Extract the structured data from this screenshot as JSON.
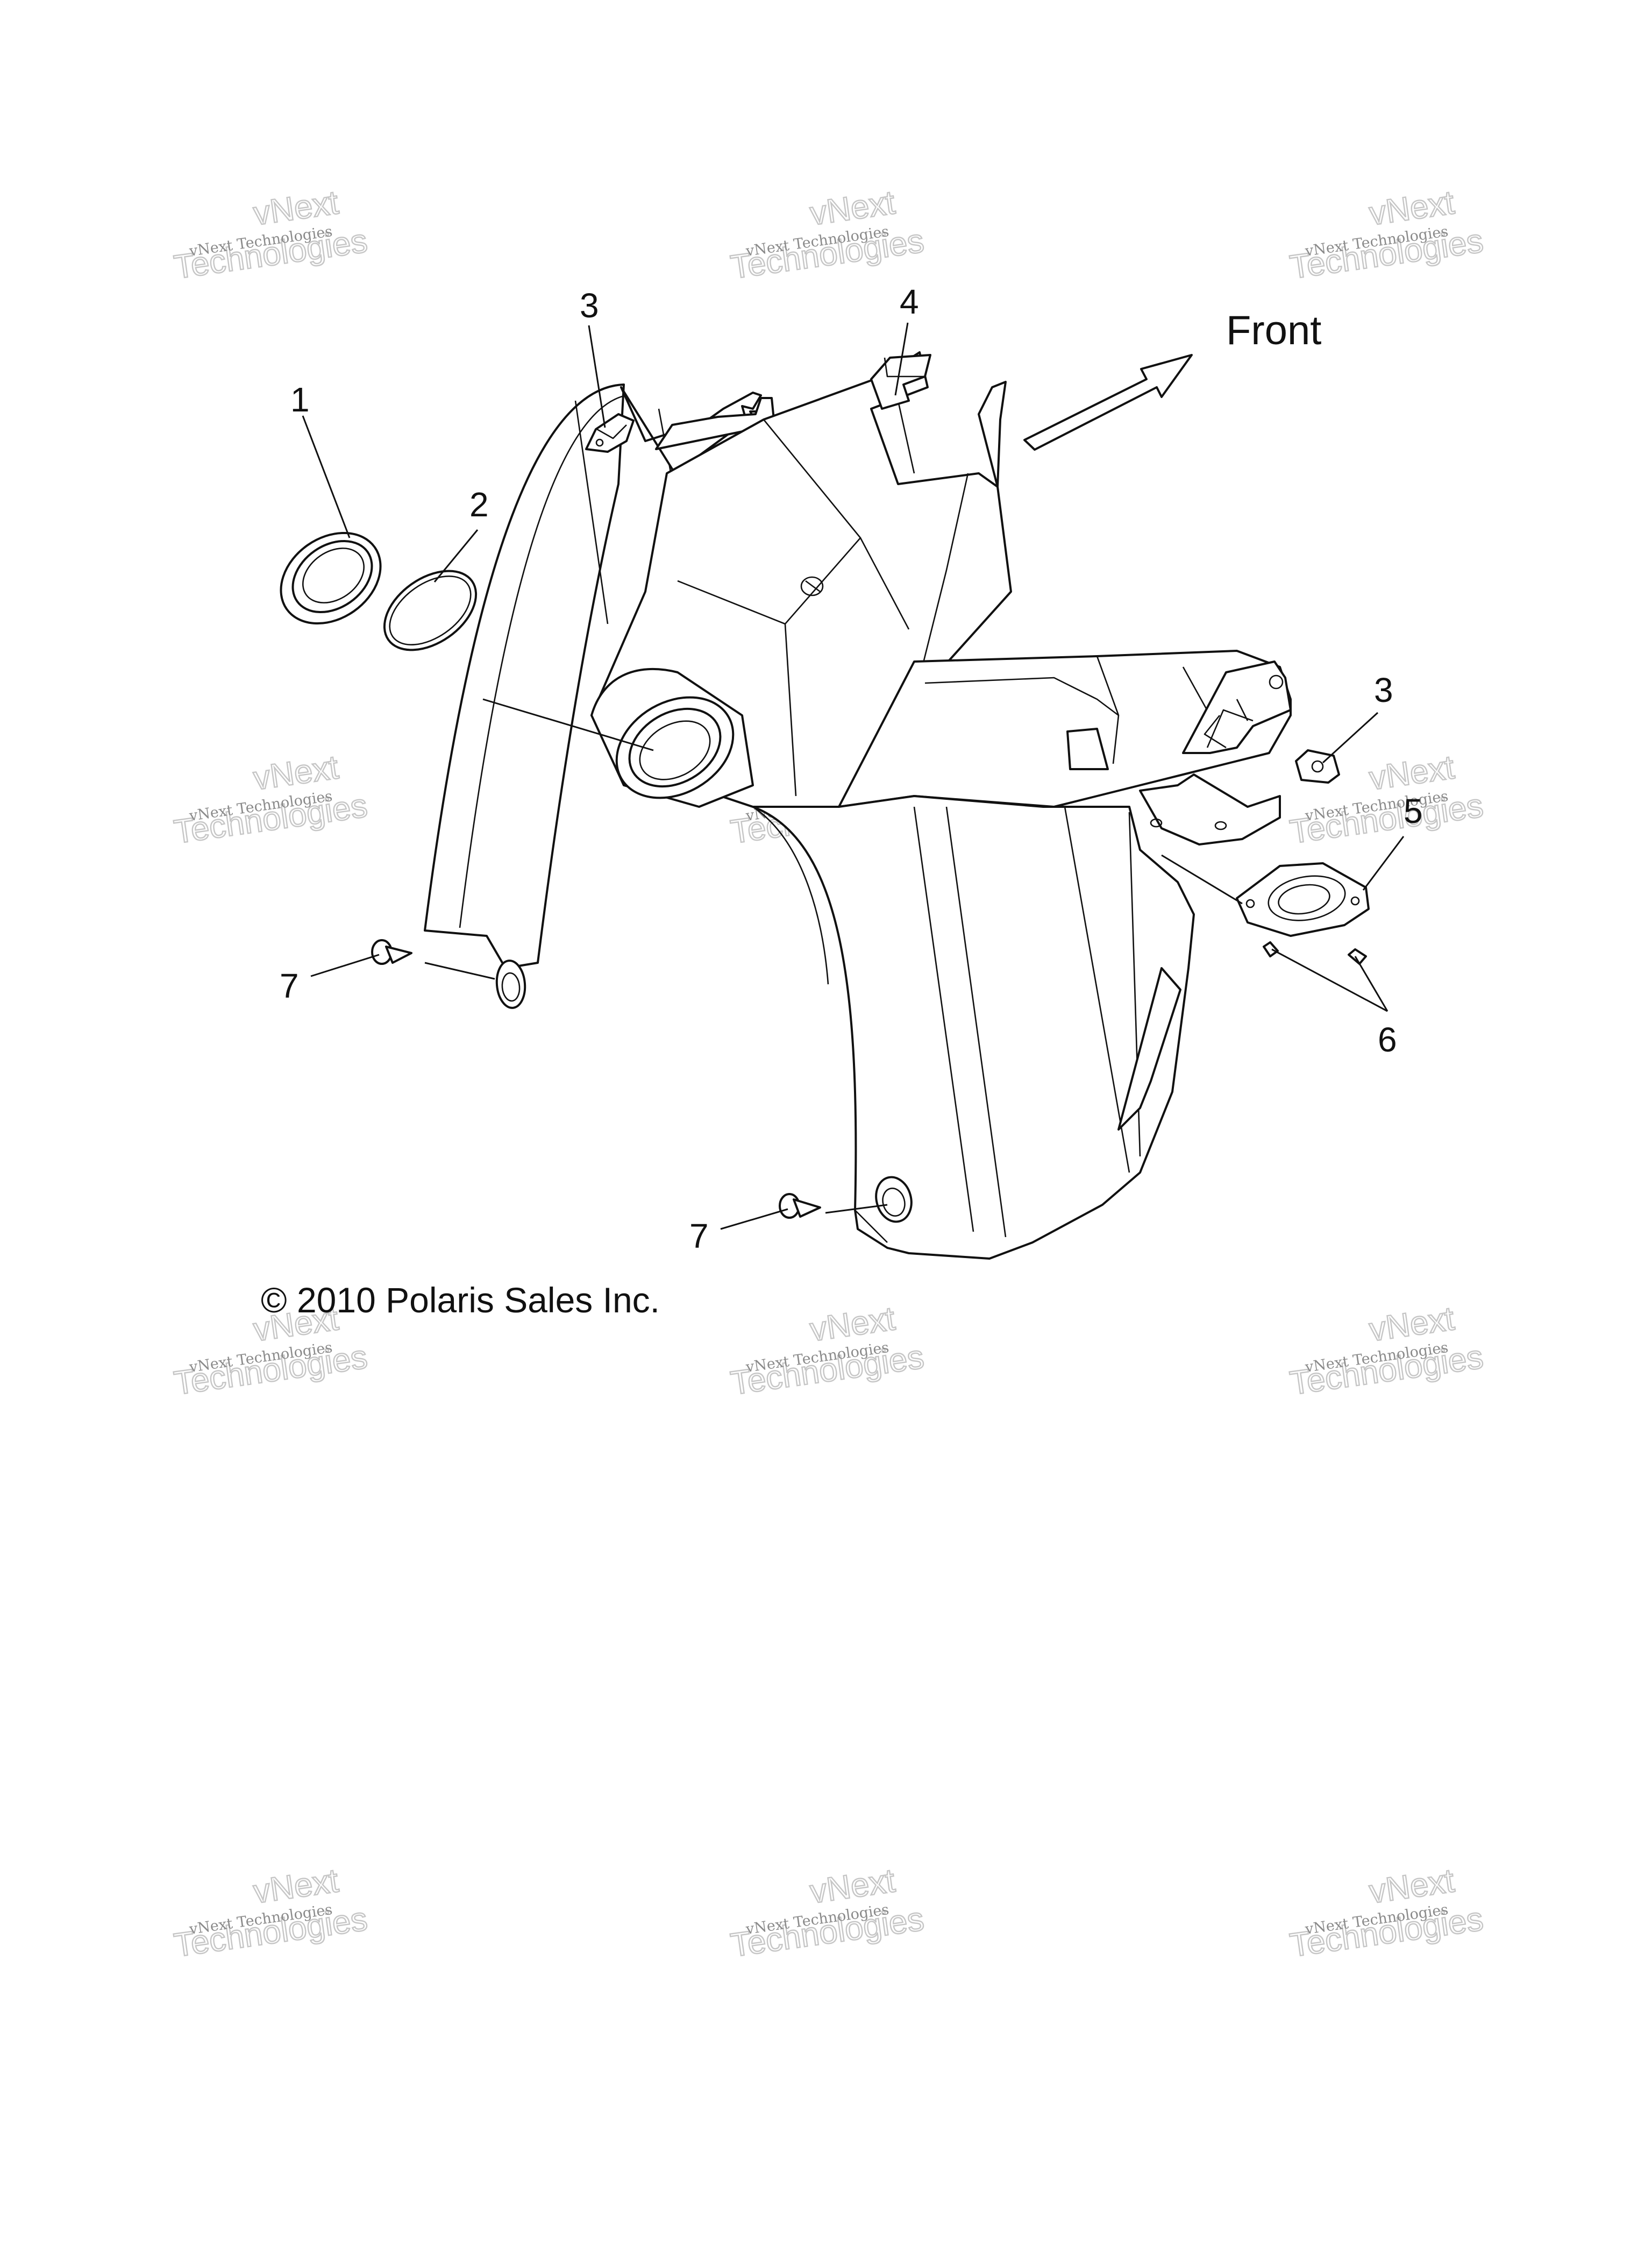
{
  "watermark": {
    "line1": "vNext Technologies",
    "line2": "vNext",
    "line3": "Technologies"
  },
  "direction_label": "Front",
  "copyright": "© 2010 Polaris Sales Inc.",
  "callouts": [
    "1",
    "2",
    "3",
    "4",
    "3",
    "5",
    "6",
    "7",
    "7"
  ],
  "colors": {
    "ink": "#111111",
    "watermark": "#8a8a8a",
    "background": "#ffffff"
  }
}
